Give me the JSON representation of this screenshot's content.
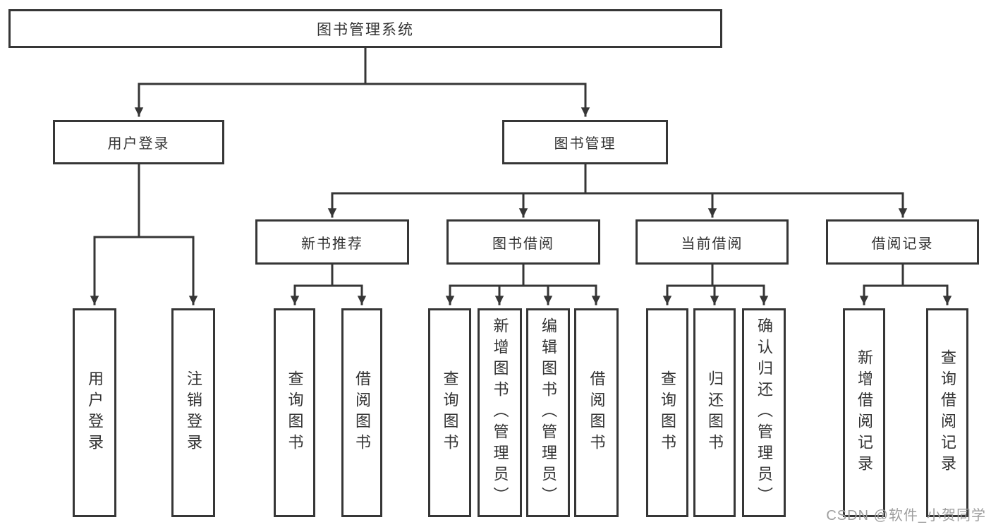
{
  "diagram": {
    "root": {
      "label": "图书管理系统"
    },
    "level2": {
      "user_login": {
        "label": "用户登录"
      },
      "book_mgmt": {
        "label": "图书管理"
      }
    },
    "level3": {
      "new_rec": {
        "label": "新书推荐"
      },
      "borrow": {
        "label": "图书借阅"
      },
      "current": {
        "label": "当前借阅"
      },
      "records": {
        "label": "借阅记录"
      }
    },
    "leaves": {
      "ul_login": {
        "label": "用户登录"
      },
      "ul_logout": {
        "label": "注销登录"
      },
      "nb_query": {
        "label": "查询图书"
      },
      "nb_borrow": {
        "label": "借阅图书"
      },
      "bb_query": {
        "label": "查询图书"
      },
      "bb_add": {
        "label": "新增图书（管理员）"
      },
      "bb_edit": {
        "label": "编辑图书（管理员）"
      },
      "bb_borrow": {
        "label": "借阅图书"
      },
      "cb_query": {
        "label": "查询图书"
      },
      "cb_return": {
        "label": "归还图书"
      },
      "cb_confirm": {
        "label": "确认归还（管理员）"
      },
      "br_add": {
        "label": "新增借阅记录"
      },
      "br_query": {
        "label": "查询借阅记录"
      }
    },
    "watermark": "CSDN @软件_小贺同学",
    "colors": {
      "line": "#363636",
      "box_border": "#363636",
      "text": "#333333",
      "watermark": "#9e9e9e",
      "background": "#ffffff"
    }
  }
}
